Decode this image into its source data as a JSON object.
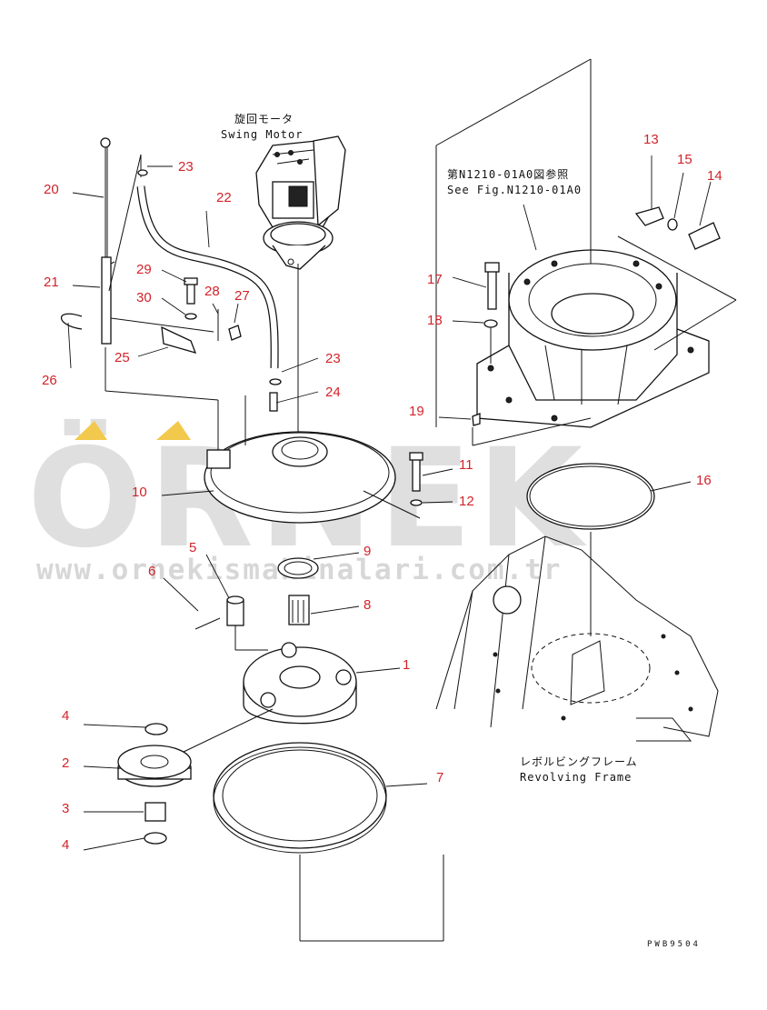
{
  "captions": {
    "swing_motor_jp": "旋回モータ",
    "swing_motor_en": "Swing Motor",
    "see_fig_jp": "第N1210-01A0図参照",
    "see_fig_en": "See Fig.N1210-01A0",
    "revolving_frame_jp": "レボルビングフレーム",
    "revolving_frame_en": "Revolving Frame",
    "drawing_code": "PWB9504"
  },
  "watermark": {
    "brand": "ÖRNEK",
    "url": "www.ornekismakinalari.com.tr",
    "accent_color": "#f2c94c"
  },
  "part_labels": [
    "1",
    "2",
    "3",
    "4",
    "4",
    "5",
    "6",
    "7",
    "8",
    "9",
    "10",
    "11",
    "12",
    "13",
    "14",
    "15",
    "16",
    "17",
    "18",
    "19",
    "20",
    "21",
    "22",
    "23",
    "23",
    "24",
    "25",
    "26",
    "27",
    "28",
    "29",
    "30"
  ],
  "colors": {
    "callout": "#d2232a",
    "line": "#111111"
  }
}
